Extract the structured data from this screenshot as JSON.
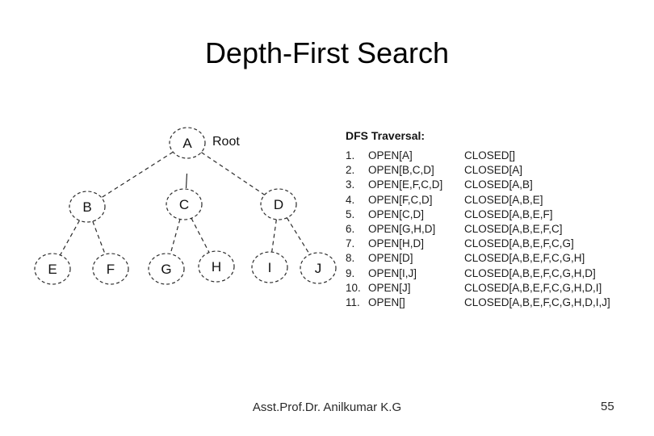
{
  "slide": {
    "title": "Depth-First Search",
    "footer": {
      "author": "Asst.Prof.Dr. Anilkumar K.G",
      "page_number": "55"
    },
    "ink_color": "#1c1c1c",
    "background_color": "#ffffff"
  },
  "tree": {
    "root_label": "Root",
    "nodes": [
      {
        "id": "A",
        "label": "A"
      },
      {
        "id": "B",
        "label": "B"
      },
      {
        "id": "C",
        "label": "C"
      },
      {
        "id": "D",
        "label": "D"
      },
      {
        "id": "E",
        "label": "E"
      },
      {
        "id": "F",
        "label": "F"
      },
      {
        "id": "G",
        "label": "G"
      },
      {
        "id": "H",
        "label": "H"
      },
      {
        "id": "I",
        "label": "I"
      },
      {
        "id": "J",
        "label": "J"
      }
    ],
    "edges": [
      [
        "A",
        "B"
      ],
      [
        "A",
        "C"
      ],
      [
        "A",
        "D"
      ],
      [
        "B",
        "E"
      ],
      [
        "B",
        "F"
      ],
      [
        "C",
        "G"
      ],
      [
        "C",
        "H"
      ],
      [
        "D",
        "I"
      ],
      [
        "D",
        "J"
      ]
    ]
  },
  "traversal": {
    "heading": "DFS Traversal:",
    "steps": [
      {
        "num": "1.",
        "open": "OPEN[A]",
        "closed": "CLOSED[]"
      },
      {
        "num": "2.",
        "open": "OPEN[B,C,D]",
        "closed": "CLOSED[A]"
      },
      {
        "num": "3.",
        "open": "OPEN[E,F,C,D]",
        "closed": "CLOSED[A,B]"
      },
      {
        "num": "4.",
        "open": "OPEN[F,C,D]",
        "closed": "CLOSED[A,B,E]"
      },
      {
        "num": "5.",
        "open": "OPEN[C,D]",
        "closed": "CLOSED[A,B,E,F]"
      },
      {
        "num": "6.",
        "open": "OPEN[G,H,D]",
        "closed": "CLOSED[A,B,E,F,C]"
      },
      {
        "num": "7.",
        "open": "OPEN[H,D]",
        "closed": "CLOSED[A,B,E,F,C,G]"
      },
      {
        "num": "8.",
        "open": "OPEN[D]",
        "closed": "CLOSED[A,B,E,F,C,G,H]"
      },
      {
        "num": "9.",
        "open": "OPEN[I,J]",
        "closed": "CLOSED[A,B,E,F,C,G,H,D]"
      },
      {
        "num": "10.",
        "open": "OPEN[J]",
        "closed": "CLOSED[A,B,E,F,C,G,H,D,I]"
      },
      {
        "num": "11.",
        "open": "OPEN[]",
        "closed": "CLOSED[A,B,E,F,C,G,H,D,I,J]"
      }
    ]
  }
}
